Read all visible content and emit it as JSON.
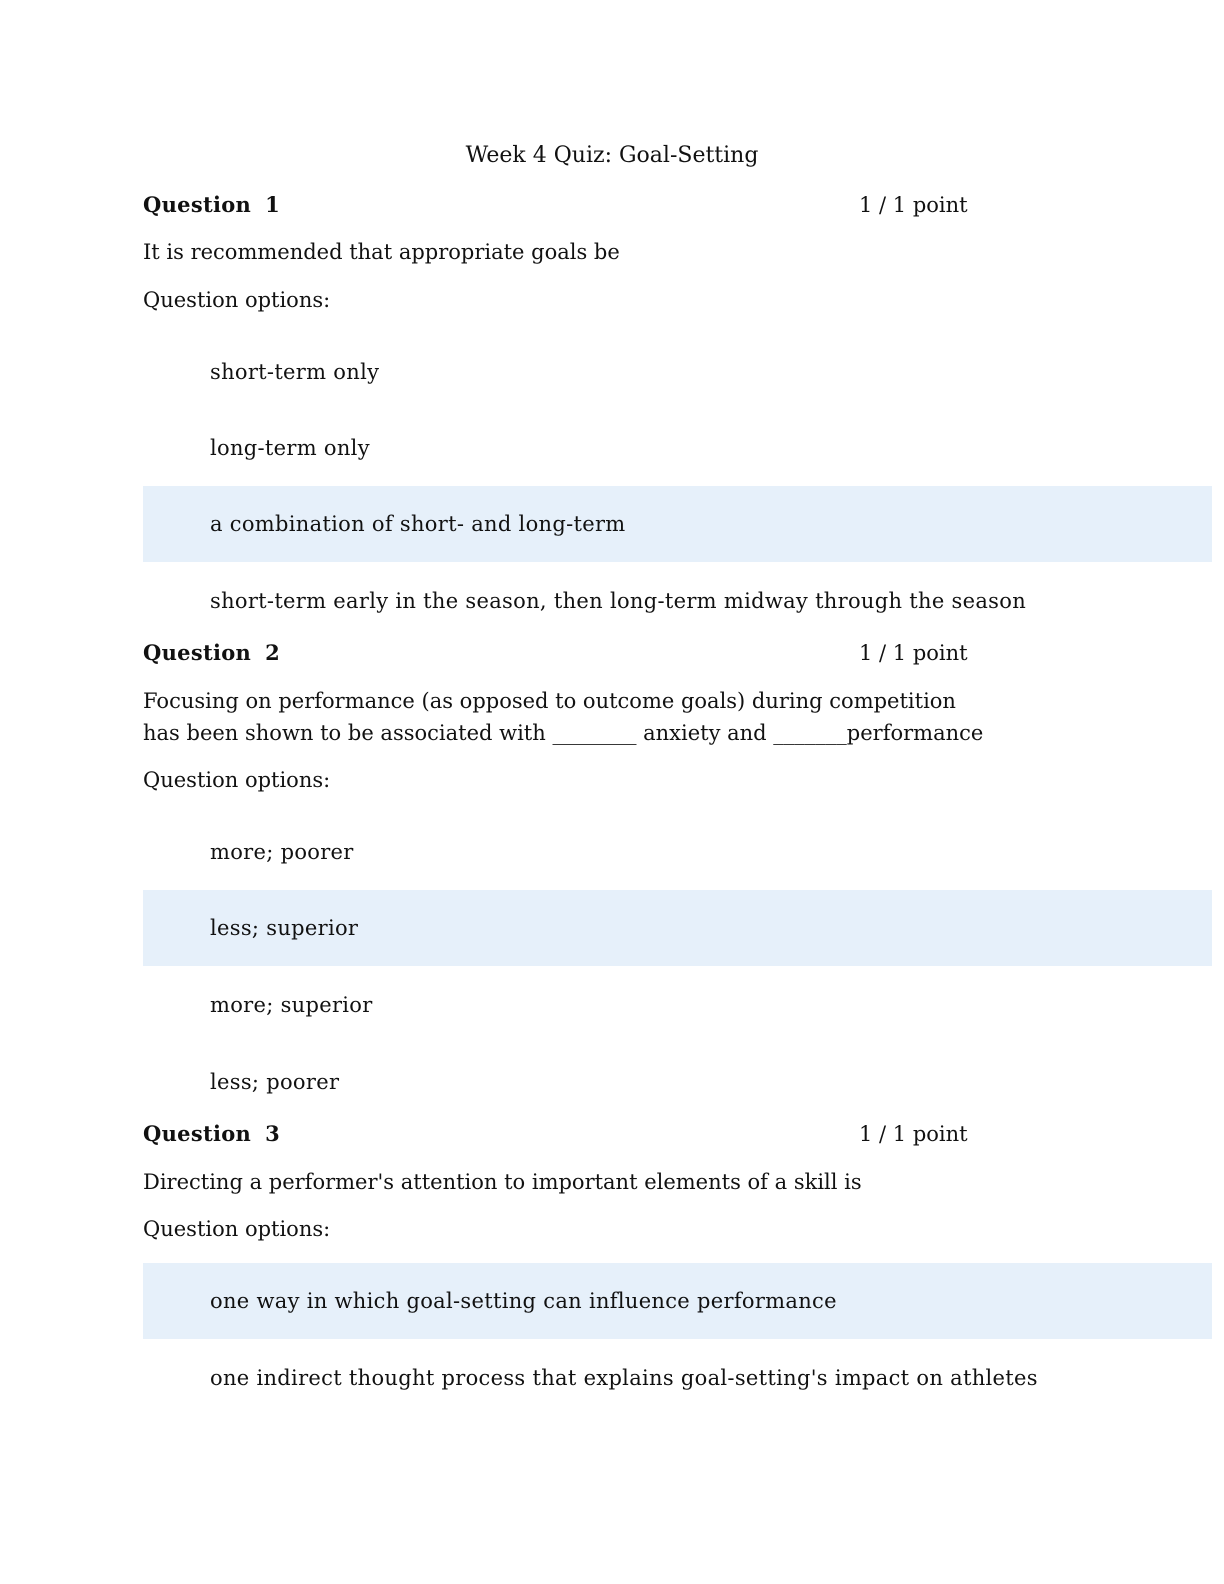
{
  "title": "Week 4 Quiz: Goal-Setting",
  "colors": {
    "selected_bg": "#e6f0fa"
  },
  "questions": [
    {
      "label": "Question",
      "number": "1",
      "points": "1 / 1 point",
      "prompt": "It is recommended that appropriate goals be",
      "options_label": "Question options:",
      "options": [
        {
          "text": "short-term only",
          "selected": false
        },
        {
          "text": "long-term only",
          "selected": false
        },
        {
          "text": "a combination of short- and long-term",
          "selected": true
        },
        {
          "text": "short-term early in the season, then long-term midway through the season",
          "selected": false
        }
      ]
    },
    {
      "label": "Question",
      "number": "2",
      "points": "1 / 1 point",
      "prompt_line1": "Focusing on performance (as opposed to outcome goals) during competition",
      "prompt_line2": "has been shown to be associated with ________ anxiety and _______performance",
      "options_label": "Question options:",
      "options": [
        {
          "text": "more; poorer",
          "selected": false
        },
        {
          "text": "less; superior",
          "selected": true
        },
        {
          "text": "more; superior",
          "selected": false
        },
        {
          "text": "less; poorer",
          "selected": false
        }
      ]
    },
    {
      "label": "Question",
      "number": "3",
      "points": "1 / 1 point",
      "prompt": "Directing a performer's attention to important elements of a skill is",
      "options_label": "Question options:",
      "options": [
        {
          "text": "one way in which goal-setting can influence performance",
          "selected": true
        },
        {
          "text": "one indirect thought process that explains goal-setting's impact on athletes",
          "selected": false
        }
      ]
    }
  ]
}
